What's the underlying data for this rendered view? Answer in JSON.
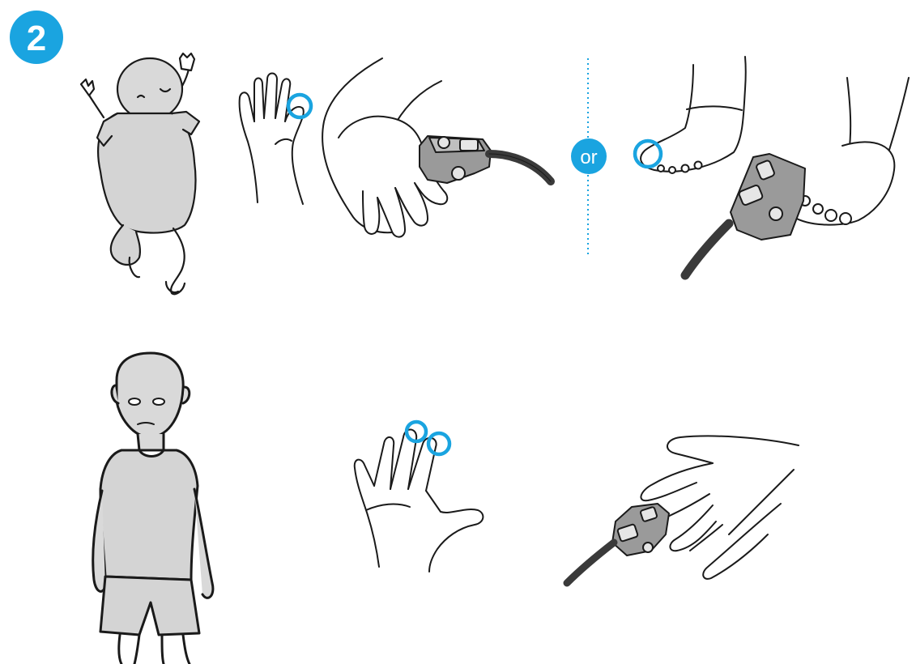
{
  "step": {
    "number": "2"
  },
  "divider": {
    "text": "or"
  },
  "colors": {
    "accent": "#1aa4e0",
    "skin": "#ffffff",
    "clothing": "#d4d4d4",
    "outline": "#1a1a1a",
    "sensor": "#9a9a9a",
    "sensor_dark": "#3a3a3a"
  },
  "illustrations": [
    {
      "name": "infant-lying-down",
      "icon": "infant-figure"
    },
    {
      "name": "infant-hand-target",
      "icon": "hand-outline"
    },
    {
      "name": "infant-hand-with-sensor",
      "icon": "sensor-on-hand"
    },
    {
      "name": "infant-foot-target",
      "icon": "foot-outline"
    },
    {
      "name": "infant-foot-with-sensor",
      "icon": "sensor-on-foot"
    },
    {
      "name": "child-standing",
      "icon": "child-figure"
    },
    {
      "name": "child-hand-target",
      "icon": "hand-outline"
    },
    {
      "name": "child-finger-with-sensor",
      "icon": "sensor-on-finger"
    }
  ]
}
